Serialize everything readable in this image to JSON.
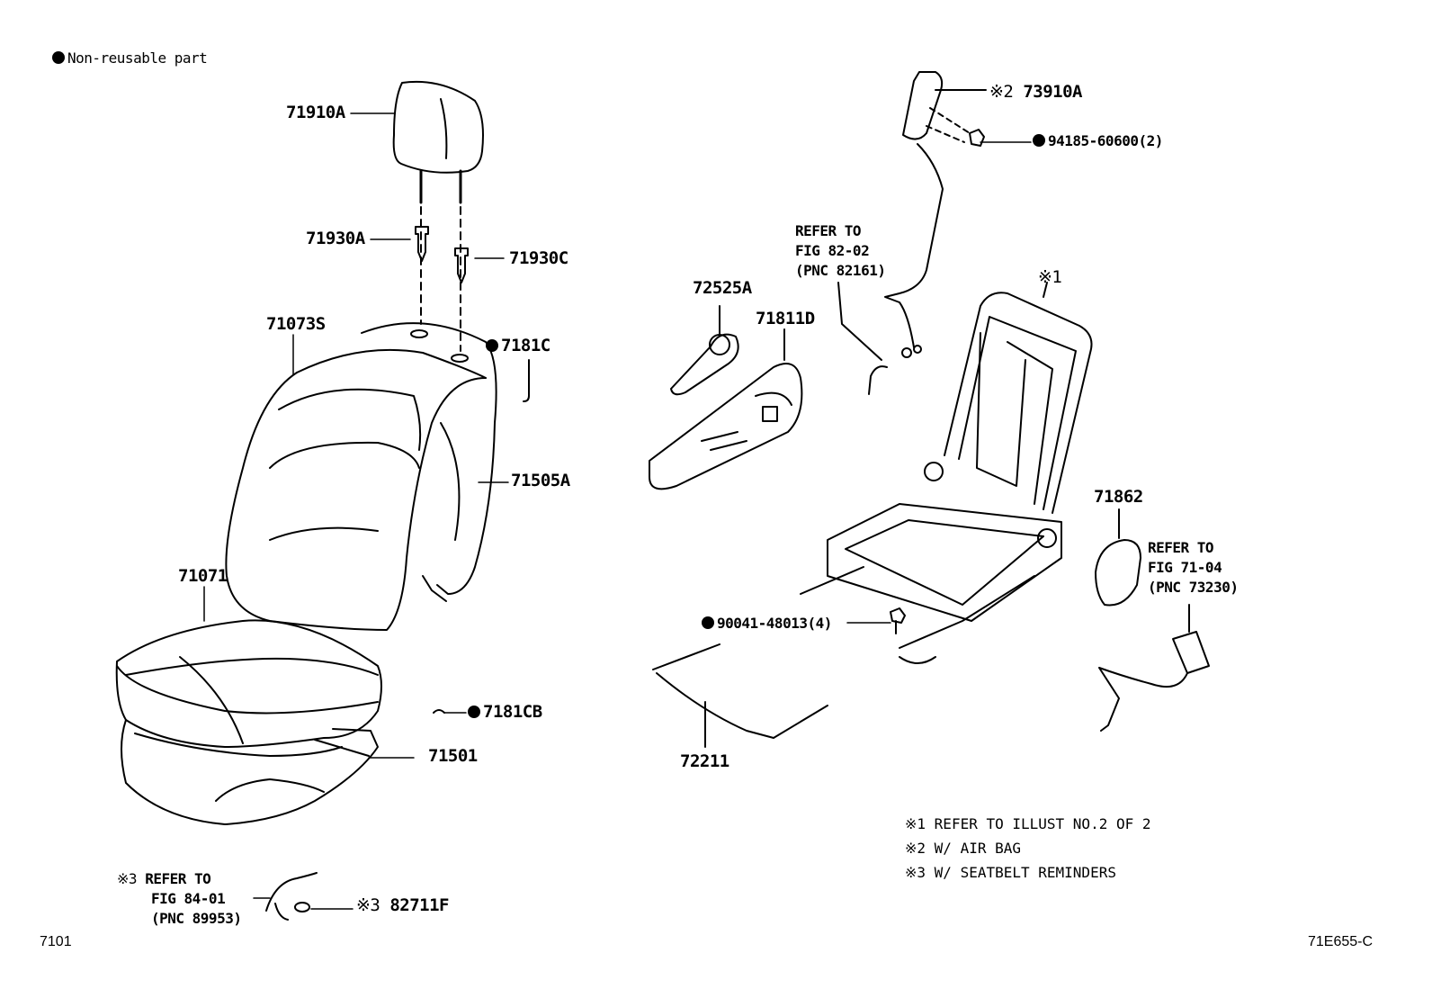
{
  "legend": {
    "text": "Non-reusable part",
    "icon": "filled-circle-icon"
  },
  "parts": [
    {
      "id": "p71910A",
      "code": "71910A"
    },
    {
      "id": "p71930A",
      "code": "71930A"
    },
    {
      "id": "p71930C",
      "code": "71930C"
    },
    {
      "id": "p71073S",
      "code": "71073S"
    },
    {
      "id": "p7181C",
      "code": "7181C",
      "nonreusable": true
    },
    {
      "id": "p71505A",
      "code": "71505A"
    },
    {
      "id": "p71071",
      "code": "71071"
    },
    {
      "id": "p7181CB",
      "code": "7181CB",
      "nonreusable": true
    },
    {
      "id": "p71501",
      "code": "71501"
    },
    {
      "id": "p72525A",
      "code": "72525A"
    },
    {
      "id": "p71811D",
      "code": "71811D"
    },
    {
      "id": "p73910A",
      "code": "73910A",
      "mark": "※2"
    },
    {
      "id": "p94185",
      "code": "94185-60600(2)",
      "nonreusable": true
    },
    {
      "id": "p1",
      "code": "※1"
    },
    {
      "id": "p71862",
      "code": "71862"
    },
    {
      "id": "p90041",
      "code": "90041-48013(4)",
      "nonreusable": true
    },
    {
      "id": "p72211",
      "code": "72211"
    },
    {
      "id": "p82711F",
      "code": "82711F",
      "mark": "※3"
    }
  ],
  "refs": [
    {
      "id": "ref82",
      "lines": [
        "REFER TO",
        "FIG 82-02",
        "(PNC 82161)"
      ]
    },
    {
      "id": "ref71",
      "lines": [
        "REFER TO",
        "FIG 71-04",
        "(PNC 73230)"
      ]
    },
    {
      "id": "ref84",
      "mark": "※3",
      "lines": [
        "REFER TO",
        "FIG 84-01",
        "(PNC 89953)"
      ]
    }
  ],
  "notes": [
    "※1 REFER TO ILLUST NO.2 OF 2",
    "※2 W/ AIR BAG",
    "※3 W/ SEATBELT REMINDERS"
  ],
  "footer": {
    "left": "7101",
    "right": "71E655-C"
  }
}
